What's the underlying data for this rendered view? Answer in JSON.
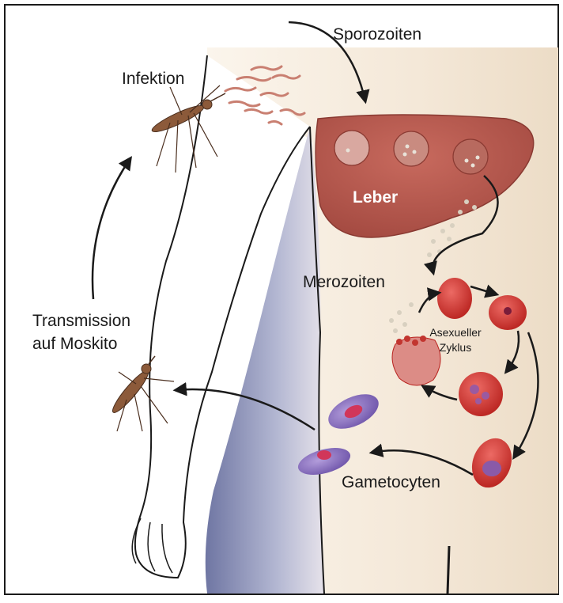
{
  "labels": {
    "sporozoites": "Sporozoiten",
    "infection": "Infektion",
    "liver": "Leber",
    "merozoites": "Merozoiten",
    "transmission_line1": "Transmission",
    "transmission_line2": "auf Moskito",
    "asexual_line1": "Asexueller",
    "asexual_line2": "Zyklus",
    "gametocytes": "Gametocyten"
  },
  "colors": {
    "skin": "#f3e7d6",
    "liver": "#b9574c",
    "red_cell": "#d63a36",
    "gametocyte": "#8e73bf",
    "arm_shadow": "#8d93b9",
    "arrow": "#1a1a1a",
    "mosquito": "#8c5a3a"
  }
}
